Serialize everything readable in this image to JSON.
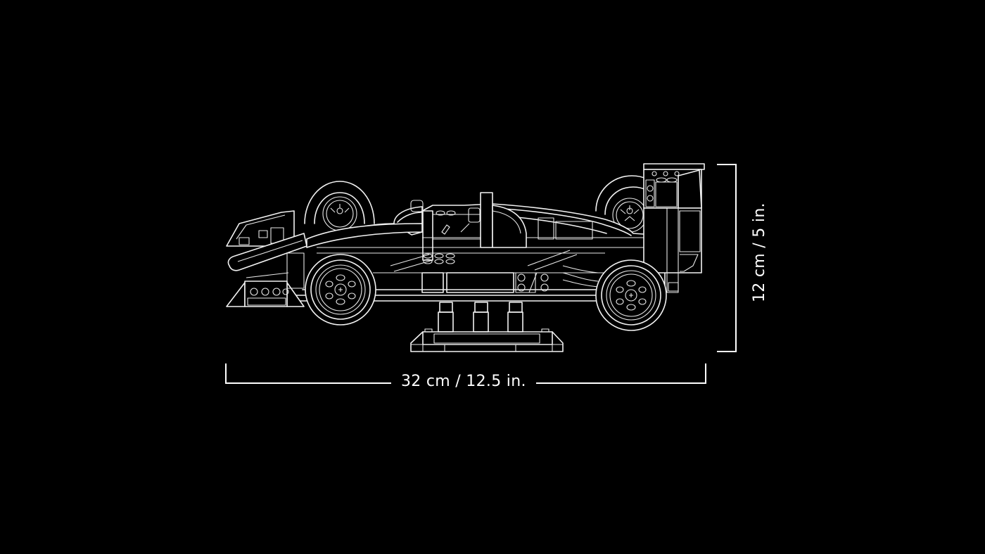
{
  "diagram": {
    "subject": "Formula race car model line drawing on display stand",
    "background_color": "#000000",
    "line_color": "#f2f2f2",
    "dimensions": {
      "width_label": "32 cm / 12.5 in.",
      "height_label": "12 cm / 5 in."
    },
    "parts": [
      "front-wing",
      "nose-cone",
      "front-wheel-back",
      "front-wheel-near",
      "cockpit",
      "engine-cover",
      "sidepod",
      "rear-wheel-back",
      "rear-wheel-near",
      "rear-wing",
      "display-stand"
    ]
  }
}
